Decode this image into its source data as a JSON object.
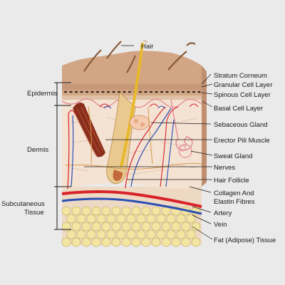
{
  "diagram": {
    "top_label": "Hair",
    "left_labels": {
      "epidermis": "Epidermis",
      "dermis": "Dermis",
      "subcutaneous_line1": "Subcutaneous",
      "subcutaneous_line2": "Tissue"
    },
    "right_labels": {
      "stratum_corneum": "Stratum Corneum",
      "granular_cell_layer": "Granular Cell Layer",
      "spinous_cell_layer": "Spinous Cell Layer",
      "basal_cell_layer": "Basal Cell Layer",
      "sebaceous_gland": "Sebaceous Gland",
      "erector_pili_muscle": "Erector Pili Muscle",
      "sweat_gland": "Sweat Gland",
      "nerves": "Nerves",
      "hair_follicle": "Hair Follicle",
      "collagen_line1": "Collagen And",
      "collagen_line2": "Elastin Fibres",
      "artery": "Artery",
      "vein": "Vein",
      "fat_tissue": "Fat (Adipose) Tissue"
    },
    "colors": {
      "background": "#eaeaea",
      "skin_surface": "#d2a585",
      "dermis": "#f4e2d2",
      "subcutaneous": "#eed9c4",
      "fat_cell": "#f2e6a2",
      "hair_shaft": "#e8b92a",
      "artery": "#d8232a",
      "vein": "#2a4fb5",
      "muscle": "#8a2e1c"
    }
  }
}
